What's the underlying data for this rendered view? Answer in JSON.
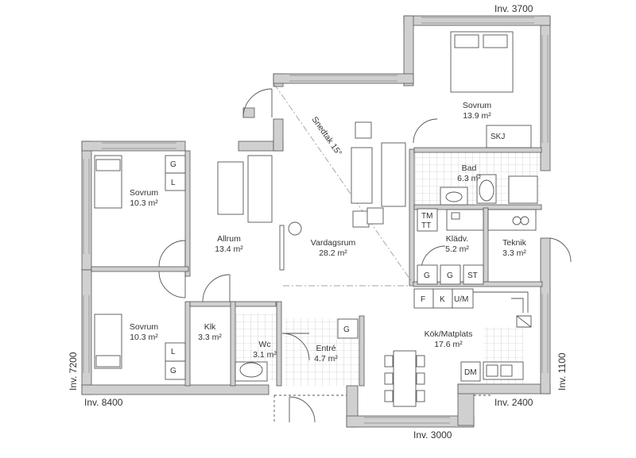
{
  "rooms": [
    {
      "name": "Sovrum",
      "area": "13.9 m²"
    },
    {
      "name": "Bad",
      "area": "6.3 m²"
    },
    {
      "name": "Sovrum",
      "area": "10.3 m²"
    },
    {
      "name": "Allrum",
      "area": "13.4 m²"
    },
    {
      "name": "Vardagsrum",
      "area": "28.2 m²"
    },
    {
      "name": "Klädv.",
      "area": "5.2 m²"
    },
    {
      "name": "Teknik",
      "area": "3.3 m²"
    },
    {
      "name": "Sovrum",
      "area": "10.3 m²"
    },
    {
      "name": "Klk",
      "area": "3.3 m²"
    },
    {
      "name": "Wc",
      "area": "3.1 m²"
    },
    {
      "name": "Entré",
      "area": "4.7 m²"
    },
    {
      "name": "Kök/Matplats",
      "area": "17.6 m²"
    }
  ],
  "fixtures": {
    "g": "G",
    "l": "L",
    "skj": "SKJ",
    "tm": "TM",
    "tt": "TT",
    "st": "ST",
    "f": "F",
    "k": "K",
    "um": "U/M",
    "dm": "DM"
  },
  "ceiling_note": "Snedtak 15°",
  "dimensions": {
    "top": "Inv. 3700",
    "left_vertical": "Inv. 7200",
    "right_vertical": "Inv. 1100",
    "bottom_left": "Inv. 8400",
    "bottom_right": "Inv. 2400",
    "bottom": "Inv. 3000"
  }
}
